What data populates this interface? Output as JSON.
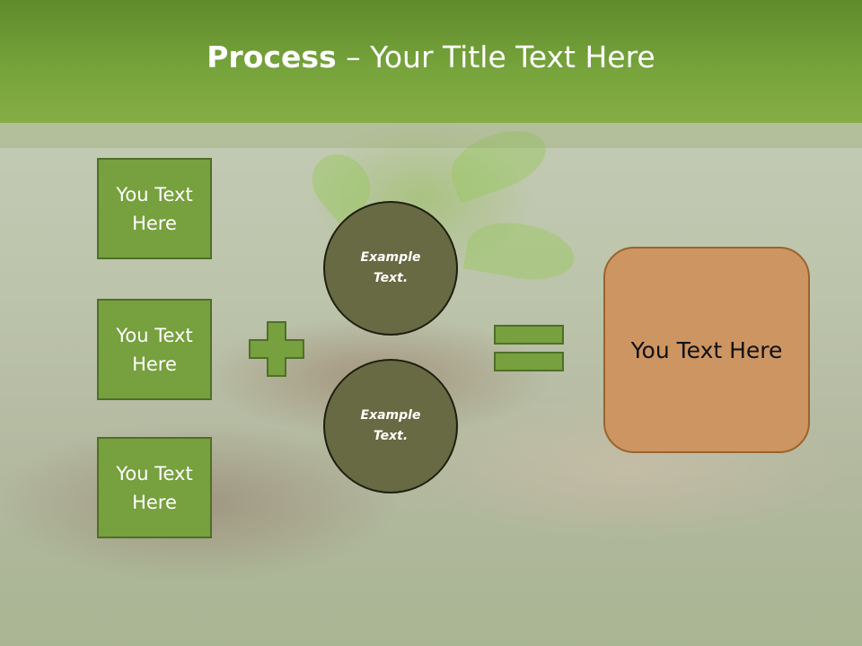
{
  "header": {
    "title_bold": "Process",
    "title_rest": " – Your Title Text Here"
  },
  "left_boxes": [
    {
      "label": "You Text Here"
    },
    {
      "label": "You Text Here"
    },
    {
      "label": "You Text Here"
    }
  ],
  "circles": [
    {
      "label": "Example Text."
    },
    {
      "label": "Example Text."
    }
  ],
  "result": {
    "label": "You Text Here"
  },
  "colors": {
    "header_green": "#76a33b",
    "box_green": "#77a03e",
    "circle_olive": "#676a42",
    "result_orange": "#cd9561"
  },
  "icons": {
    "operator_1": "plus-icon",
    "operator_2": "equals-icon"
  }
}
